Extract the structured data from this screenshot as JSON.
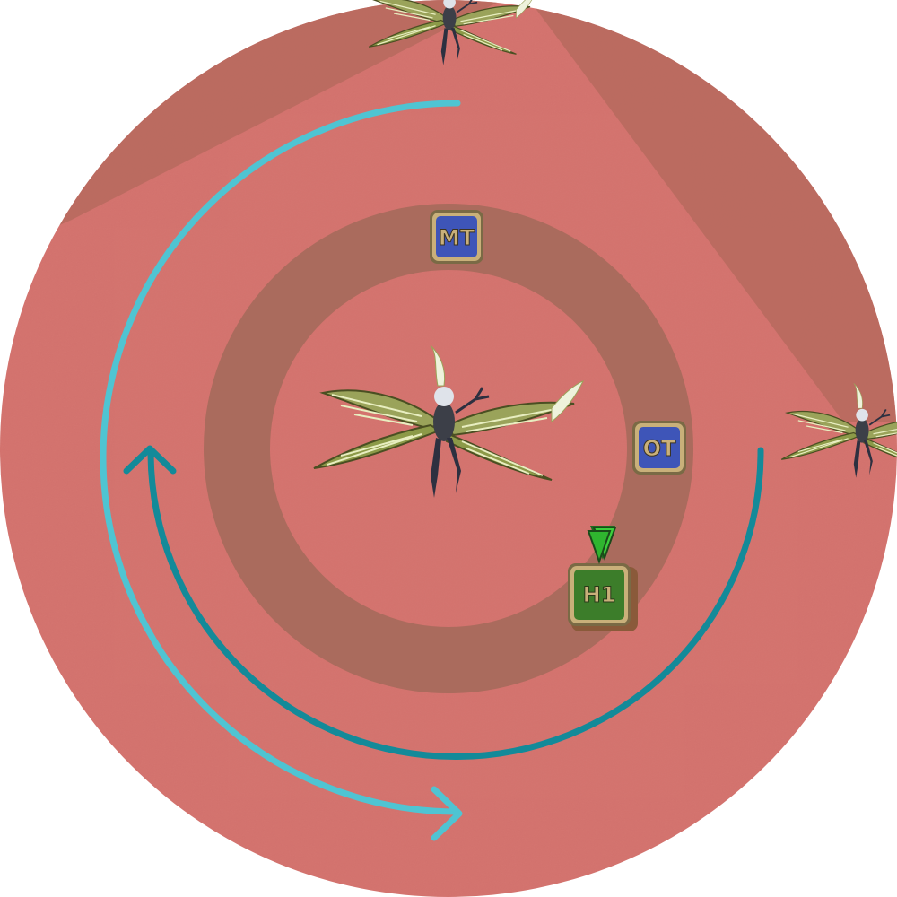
{
  "arena": {
    "floor_color": "#d4726d",
    "danger_zone_color": "#b0685a",
    "ring_color": "#a86a5c"
  },
  "arrows": {
    "outer_color": "#4fc4d2",
    "inner_color": "#138a99"
  },
  "bosses": [
    {
      "id": "boss-center",
      "icon": "winged-boss-icon"
    },
    {
      "id": "boss-top",
      "icon": "winged-boss-icon"
    },
    {
      "id": "boss-right",
      "icon": "winged-boss-icon"
    }
  ],
  "markers": {
    "mt": {
      "label": "MT",
      "role": "tank",
      "color": "#3e55b8"
    },
    "ot": {
      "label": "OT",
      "role": "tank",
      "color": "#3e55b8"
    },
    "h1": {
      "label": "H1",
      "role": "healer",
      "color": "#3c7d2a"
    }
  },
  "indicators": {
    "h1_pointer": {
      "icon": "green-arrow-down-icon",
      "color": "#3ccf3c"
    }
  }
}
